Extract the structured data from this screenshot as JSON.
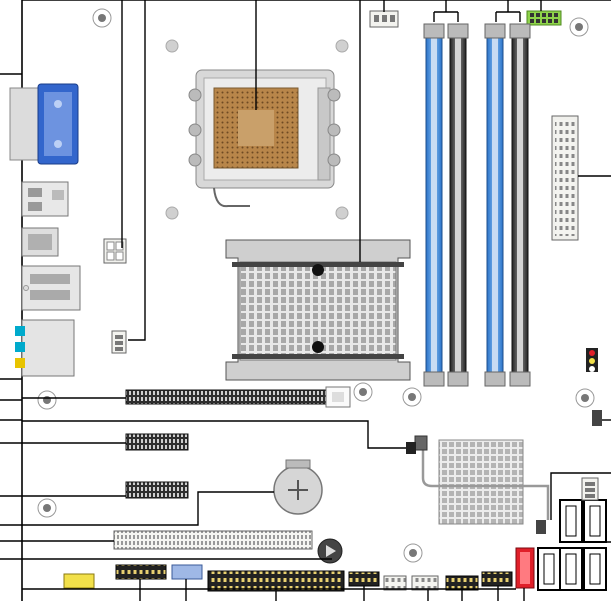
{
  "diagram": {
    "type": "motherboard-layout",
    "colors": {
      "board_outline": "#000000",
      "callout_line": "#000000",
      "dimm_blue": "#3b8fe0",
      "dimm_black": "#3a3a3a",
      "sata_red": "#e0202a",
      "cpu_socket_gold": "#b8864a",
      "heatsink_gray": "#b5b5b5",
      "led_yellow": "#f2e04a",
      "header_green": "#8ed34a",
      "header_blue": "#9fb8e6",
      "ps2_blue": "#3366cc",
      "audio_jack": "#00aacc"
    },
    "components": [
      {
        "name": "rear-io-ps2-port",
        "icon": "ps2-port-icon"
      },
      {
        "name": "rear-io-vga-port",
        "icon": "vga-port-icon"
      },
      {
        "name": "rear-io-usb-ports",
        "icon": "usb-port-icon"
      },
      {
        "name": "rear-io-lan-port",
        "icon": "ethernet-port-icon"
      },
      {
        "name": "rear-io-audio-jacks",
        "icon": "audio-jack-icon"
      },
      {
        "name": "cpu-socket",
        "icon": "cpu-socket-icon"
      },
      {
        "name": "atx12v-power-connector",
        "icon": "power-connector-icon"
      },
      {
        "name": "cpu-fan-header",
        "icon": "fan-header-icon"
      },
      {
        "name": "system-fan-header",
        "icon": "fan-header-icon"
      },
      {
        "name": "northbridge-heatsink",
        "icon": "heatsink-icon"
      },
      {
        "name": "dimm-slots",
        "icon": "memory-slot-icon"
      },
      {
        "name": "atx-main-power-connector",
        "icon": "power-connector-icon"
      },
      {
        "name": "pcie-x16-slot",
        "icon": "expansion-slot-icon"
      },
      {
        "name": "pcie-x1-slots",
        "icon": "expansion-slot-icon"
      },
      {
        "name": "pci-slot",
        "icon": "expansion-slot-icon"
      },
      {
        "name": "cmos-battery",
        "icon": "coin-battery-icon"
      },
      {
        "name": "southbridge-heatsink",
        "icon": "heatsink-icon"
      },
      {
        "name": "sata-connectors",
        "icon": "sata-port-icon"
      },
      {
        "name": "ide-connector",
        "icon": "ide-connector-icon"
      },
      {
        "name": "front-panel-headers",
        "icon": "pin-header-icon"
      },
      {
        "name": "speaker",
        "icon": "speaker-icon"
      }
    ]
  }
}
